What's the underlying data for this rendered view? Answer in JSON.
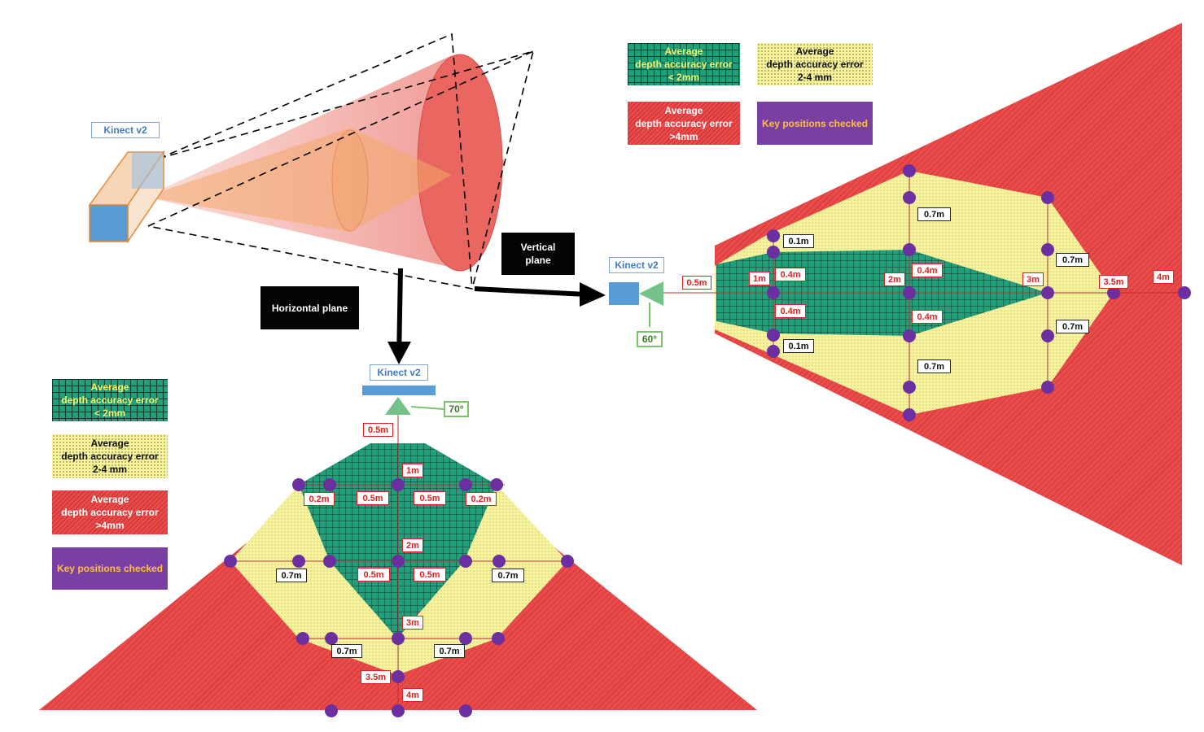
{
  "colors": {
    "green": "#1fa07a",
    "yellow": "#f7f39c",
    "red": "#ea4a4a",
    "purple": "#6b2fa0",
    "kinect_blue": "#5b9bd5",
    "angle_green": "#7ac46a",
    "label_red": "#e02020"
  },
  "kinect_labels": {
    "top": "Kinect v2",
    "vertical": "Kinect v2",
    "horizontal": "Kinect v2"
  },
  "plane_labels": {
    "vertical": "Vertical\nplane",
    "horizontal": "Horizontal plane"
  },
  "angles": {
    "vertical": "60°",
    "horizontal": "70°"
  },
  "legend_right": {
    "green": "Average\ndepth accuracy error\n< 2mm",
    "yellow": "Average\ndepth accuracy error\n2-4 mm",
    "red": "Average\ndepth accuracy error\n>4mm",
    "purple": "Key positions checked"
  },
  "legend_left": {
    "green": "Average\ndepth accuracy error\n< 2mm",
    "yellow": "Average\ndepth accuracy error\n2-4 mm",
    "red": "Average\ndepth accuracy error\n>4mm",
    "purple": "Key positions checked"
  },
  "vertical_plane_labels": [
    {
      "text": "0.5m",
      "tone": "red"
    },
    {
      "text": "1m",
      "tone": "red"
    },
    {
      "text": "0.4m",
      "tone": "red"
    },
    {
      "text": "0.4m",
      "tone": "red"
    },
    {
      "text": "2m",
      "tone": "red"
    },
    {
      "text": "0.4m",
      "tone": "red"
    },
    {
      "text": "0.4m",
      "tone": "red"
    },
    {
      "text": "3m",
      "tone": "red"
    },
    {
      "text": "3.5m",
      "tone": "red"
    },
    {
      "text": "4m",
      "tone": "red"
    },
    {
      "text": "0.1m",
      "tone": "black"
    },
    {
      "text": "0.1m",
      "tone": "black"
    },
    {
      "text": "0.7m",
      "tone": "black"
    },
    {
      "text": "0.7m",
      "tone": "black"
    },
    {
      "text": "0.7m",
      "tone": "black"
    },
    {
      "text": "0.7m",
      "tone": "black"
    }
  ],
  "horizontal_plane_labels": [
    {
      "text": "0.5m",
      "tone": "red"
    },
    {
      "text": "1m",
      "tone": "red"
    },
    {
      "text": "0.2m",
      "tone": "red"
    },
    {
      "text": "0.5m",
      "tone": "red"
    },
    {
      "text": "0.5m",
      "tone": "red"
    },
    {
      "text": "0.2m",
      "tone": "red"
    },
    {
      "text": "2m",
      "tone": "red"
    },
    {
      "text": "0.5m",
      "tone": "red"
    },
    {
      "text": "0.5m",
      "tone": "red"
    },
    {
      "text": "3m",
      "tone": "red"
    },
    {
      "text": "3.5m",
      "tone": "red"
    },
    {
      "text": "4m",
      "tone": "red"
    },
    {
      "text": "0.7m",
      "tone": "black"
    },
    {
      "text": "0.7m",
      "tone": "black"
    },
    {
      "text": "0.7m",
      "tone": "black"
    },
    {
      "text": "0.7m",
      "tone": "black"
    }
  ]
}
